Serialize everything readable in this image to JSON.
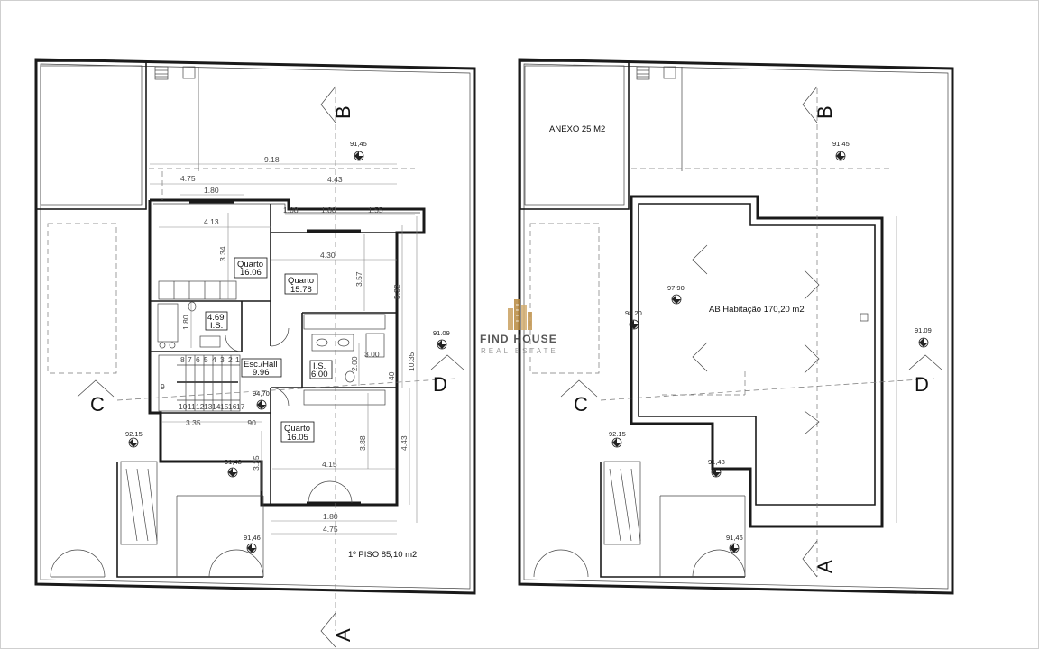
{
  "left_plan": {
    "section_labels": {
      "b": "B",
      "c": "C",
      "d": "D",
      "a": "A"
    },
    "rooms": [
      {
        "name": "Quarto",
        "area": "16.06"
      },
      {
        "name": "Quarto",
        "area": "15.78"
      },
      {
        "name": "I.S.",
        "area": "4.69"
      },
      {
        "name": "Esc./Hall",
        "area": "9.96"
      },
      {
        "name": "I.S.",
        "area": "6.00"
      },
      {
        "name": "Quarto",
        "area": "16.05"
      }
    ],
    "levels": [
      "91,45",
      "91.09",
      "94,70",
      "92.15",
      "91,48",
      "91,46"
    ],
    "dimensions": {
      "top_total": "9.18",
      "top_left": "4.75",
      "top_right": "4.43",
      "room1_width": "1.80",
      "mid_108": "1.08",
      "mid_180": "1.80",
      "mid_155": "1.55",
      "q1_width": "4.13",
      "q2_width": "4.30",
      "q1_depth": "3.34",
      "q2_depth": "3.57",
      "right_532": "5.32",
      "right_1035": "10.35",
      "right_443": "4.43",
      "is_180": "1.80",
      "is_300": "3.00",
      "is_200": "2.00",
      "is_40": "40",
      "bottom_335": "3.35",
      "bottom_90": ".90",
      "q3_depth": "3.88",
      "q3_width": "4.15",
      "left_325": "3.25",
      "bottom_180": "1.80",
      "bottom_475": "4.75"
    },
    "stairs": [
      "8",
      "7",
      "6",
      "5",
      "4",
      "3",
      "2",
      "1",
      "9",
      "10",
      "11",
      "12",
      "13",
      "14",
      "15",
      "16",
      "17"
    ],
    "floor_label": "1º PISO  85,10 m2"
  },
  "right_plan": {
    "section_labels": {
      "b": "B",
      "c": "C",
      "d": "D",
      "a": "A"
    },
    "annex_label": "ANEXO 25 M2",
    "area_label": "AB Habitação  170,20 m2",
    "levels": [
      "91,45",
      "97.90",
      "98.20",
      "91.09",
      "92.15",
      "91,48",
      "91,46"
    ]
  },
  "logo": {
    "name": "FIND HOUSE",
    "tagline": "REAL ESTATE"
  }
}
